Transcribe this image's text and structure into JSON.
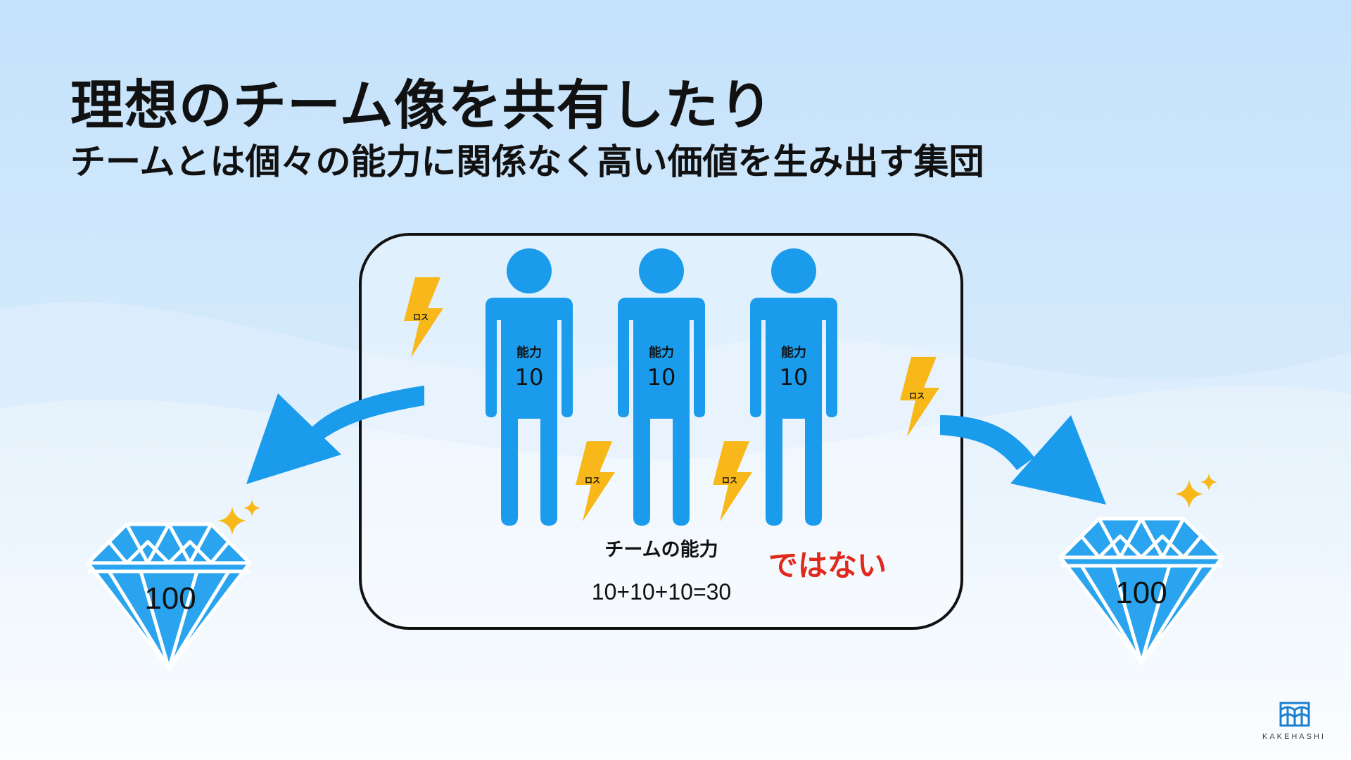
{
  "slide": {
    "title": "理想のチーム像を共有したり",
    "subtitle": "チームとは個々の能力に関係なく高い価値を生み出す集団"
  },
  "diagram": {
    "people": [
      {
        "label": "能力",
        "value": "10"
      },
      {
        "label": "能力",
        "value": "10"
      },
      {
        "label": "能力",
        "value": "10"
      }
    ],
    "loss_label": "ロス",
    "team_ability_label": "チームの能力",
    "equation": "10+10+10=30",
    "negation": "ではない",
    "left_diamond_value": "100",
    "right_diamond_value": "100"
  },
  "logo": {
    "text": "KAKEHASHI",
    "icon": "kakehashi-logo-icon"
  },
  "colors": {
    "person": "#1a9bec",
    "arrow": "#1a9bec",
    "bolt": "#f8b81a",
    "negation": "#e0281b",
    "diamond": "#2aa4ef",
    "sparkle": "#f8b81a"
  }
}
